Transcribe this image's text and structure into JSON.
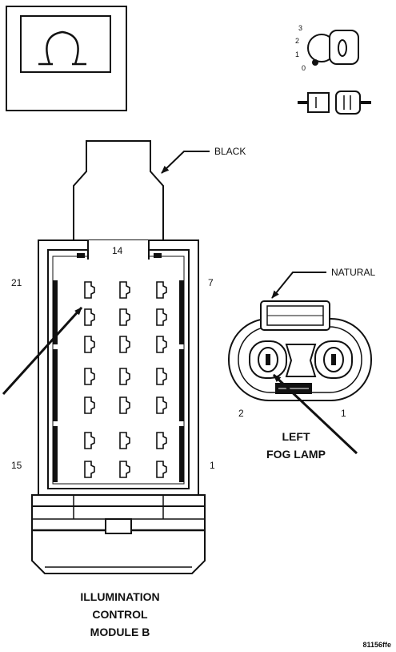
{
  "labels": {
    "black": "BLACK",
    "natural": "NATURAL",
    "pin_14": "14",
    "pin_21": "21",
    "pin_7": "7",
    "pin_15": "15",
    "pin_1": "1",
    "fog_pin_2": "2",
    "fog_pin_1": "1",
    "fog_lamp_line1": "LEFT",
    "fog_lamp_line2": "FOG LAMP",
    "module_line1": "ILLUMINATION",
    "module_line2": "CONTROL",
    "module_line3": "MODULE B",
    "figure_id": "81156ffe"
  },
  "ignition_positions": [
    "3",
    "2",
    "1",
    "0"
  ],
  "icons": {
    "omega": "omega-icon",
    "ignition": "ignition-key-icon",
    "connector": "connector-mating-icon"
  },
  "colors": {
    "ink": "#111111",
    "background": "#ffffff"
  }
}
